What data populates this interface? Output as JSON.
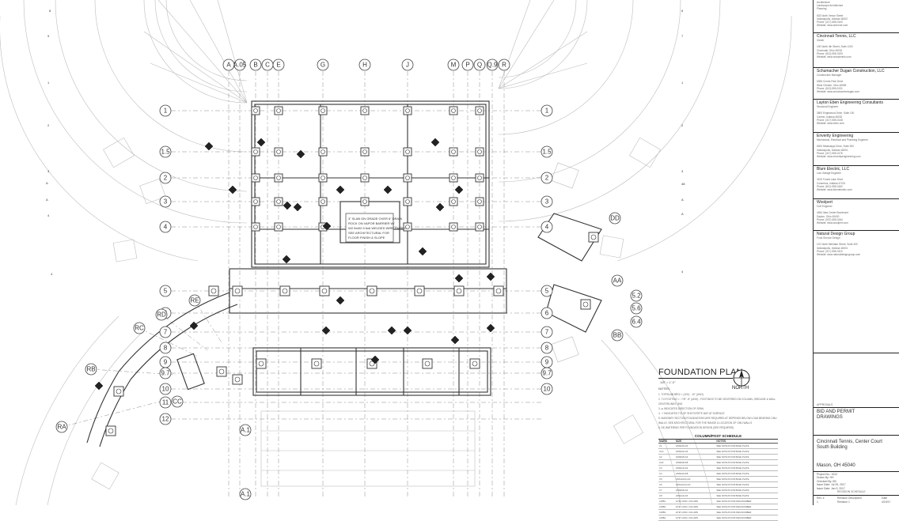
{
  "plan": {
    "column_grid_top": [
      "A",
      "A.05",
      "B",
      "C",
      "E",
      "G",
      "H",
      "J",
      "M",
      "P",
      "Q",
      "Q.9",
      "R"
    ],
    "row_grid_left": [
      "1",
      "1.5",
      "2",
      "3",
      "4",
      "5",
      "6",
      "7",
      "8",
      "9",
      "9.7",
      "10",
      "11",
      "12"
    ],
    "row_grid_right": [
      "1",
      "1.5",
      "2",
      "3",
      "4",
      "5",
      "6",
      "7",
      "8",
      "9",
      "9.7",
      "10"
    ],
    "radial_grid_left": [
      "RA",
      "RB",
      "RC",
      "RD",
      "RE"
    ],
    "east_grid": [
      "AA",
      "BB",
      "DD",
      "5.2",
      "5.6",
      "6.4"
    ],
    "left_edge_numbers": [
      "8",
      "9",
      "1",
      "2",
      "3",
      "4",
      "A",
      "A",
      "4"
    ],
    "right_edge_numbers": [
      "6",
      "7",
      "1",
      "2",
      "3",
      "48",
      "A",
      "A",
      "4"
    ],
    "misc_labels": [
      "CC",
      "A.1",
      "A.1"
    ]
  },
  "foundation": {
    "title": "FOUNDATION PLAN",
    "scale": "1/8\" = 1'-0\"",
    "north": "NORTH",
    "notes_heading": "NOTES:",
    "notes": [
      "1. TOP/SLAB BRG/ = (100)' - 10\" (UNO)",
      "2. T.O.FOOTING = '-7'/8\" -8\" (UNO) - FOOTINGS TO BE CENTERED ON COLUMN, GRIDLINE & WALL",
      "   CENTERLINES UNO",
      "3. ⊕ INDICATES DIRECTION OF SPAN",
      "4. ↑* INDICATES T/D OF SHOTCRETE MAT AT SURFACE",
      "5. MASONRY SECTION FOUNDATIONS ARE REQUIRED AT DEPENDS BELOW LOAD BEARING CMU",
      "   WALLS. SEE ARCHITECTURAL FOR THE RANGE & LOCATION OF CMU WALLS",
      "6. DE-WATERING PER FOUNDATION DESIGN (SEE REQUIRED)"
    ],
    "schedule": {
      "title": "COLUMN/POST SCHEDULE",
      "headers": [
        "MARK",
        "SIZE",
        "NOTES"
      ],
      "rows": [
        [
          "C1",
          "HSS6x6x1/4",
          "SEE NOTE B FOR BASE PLATE"
        ],
        [
          "C1A",
          "HSS6x6x1/4",
          "SEE NOTE B FOR BASE PLATE"
        ],
        [
          "C2",
          "HSS8x8x1/4",
          "SEE NOTE B FOR BASE PLATE"
        ],
        [
          "C2A",
          "HSS8x8x3/8",
          "SEE NOTE B FOR BASE PLATE"
        ],
        [
          "C3",
          "HSS6x4x1/4",
          "SEE NOTE B FOR BASE PLATE"
        ],
        [
          "C4",
          "HSS6x6x3/8",
          "SEE NOTE B FOR BASE PLATE"
        ],
        [
          "C5",
          "HSS10x10x1/2",
          "SEE NOTE B FOR BASE PLATE"
        ],
        [
          "C6",
          "HSS12x12x1/2",
          "SEE NOTE B FOR BASE PLATE"
        ],
        [
          "C7",
          "HSS8x8x1/2",
          "SEE NOTE B FOR BASE PLATE"
        ],
        [
          "C8",
          "HSS4x4x1/4",
          "SEE NOTE B FOR BASE PLATE"
        ],
        [
          "CWB1",
          "12\"Ø CONC COLUMN",
          "SEE NOTE B FOR DWG/NUMBER"
        ],
        [
          "CWB2",
          "16\"Ø CONC COLUMN",
          "SEE NOTE B FOR DWG/NUMBER"
        ],
        [
          "CWB3",
          "20\"Ø CONC COLUMN",
          "SEE NOTE B FOR DWG/NUMBER"
        ],
        [
          "CWB4",
          "24\"Ø CONC COLUMN",
          "SEE NOTE B FOR DWG/NUMBER"
        ]
      ]
    }
  },
  "title_block": {
    "consultants": [
      {
        "name": "",
        "lines": [
          "Architecture",
          "Landscape Architecture",
          "Planning",
          "",
          "633 North Venue Street",
          "Indianapolis, Indiana 46202",
          "Phone: (317) 555-0100",
          "Website: www.archone.com"
        ]
      },
      {
        "name": "Cincinnati Tennis, LLC",
        "lines": [
          "Owner",
          "",
          "100 North 4th Street, Suite 1100",
          "Cincinnati, Ohio 45202",
          "Phone: (513) 555-0193",
          "Website: www.cincytennis.com"
        ]
      },
      {
        "name": "Schumacher Dugan Construction, LLC",
        "lines": [
          "Construction Manager",
          "",
          "6355 Centre Park Drive",
          "West Chester, Ohio 45069",
          "Phone: (513) 555-0131",
          "Website: www.schumacherdugan.com"
        ]
      },
      {
        "name": "Layton Eben Engineering Consultants",
        "lines": [
          "Structural Engineer",
          "",
          "3800 Englewood Drive, Suite 100",
          "Carmel, Indiana 46032",
          "Phone: (317) 555-0148",
          "Website: www.eben.com"
        ]
      },
      {
        "name": "Enverity Engineering",
        "lines": [
          "Mechanical, Electrical and Plumbing Engineer",
          "",
          "6000 Mississippi Drive, Suite 300",
          "Indianapolis, Indiana 46204",
          "Phone: (317) 555-0176",
          "Website: www.enverityengineering.com"
        ]
      },
      {
        "name": "Blum Electric, LLC",
        "lines": [
          "Low Voltage Engineer",
          "",
          "3100 Forest Lake Drive",
          "Columbus, Indiana 47201",
          "Phone: (812) 555-0162",
          "Website: www.blumelectric.com"
        ]
      },
      {
        "name": "Woolpert",
        "lines": [
          "Civil Engineer",
          "",
          "4454 Idea Center Boulevard",
          "Dayton, Ohio 45430",
          "Phone: (937) 555-0184",
          "Website: www.woolpert.com"
        ]
      },
      {
        "name": "Natural Design Group",
        "lines": [
          "Food Service Design",
          "",
          "101 North Meridian Street, Suite 400",
          "Indianapolis, Indiana 46204",
          "Phone: (317) 555-0119",
          "Website: www.naturaldesigngroup.com"
        ]
      }
    ],
    "approvals_label": "APPROVALS",
    "phase": "BID AND PERMIT DRAWINGS",
    "project_name": "Cincinnati Tennis, Center Court South Building",
    "location": "Mason, OH 45040",
    "project_meta": [
      "Project No.:   1612",
      "Drawn By:   HH",
      "Checked By:   KB",
      "Issue Date:   Jul 25, 2017",
      "Issue Date:   Jan 9, 2017"
    ],
    "revision_schedule_label": "REVISION SCHEDULE",
    "revision_headers": [
      "Rev. #",
      "Revision Description",
      "Date"
    ],
    "revision_row": [
      "1",
      "Revision 1",
      "4/19/17"
    ]
  },
  "colors": {
    "line": "#333333",
    "grid": "#8a8a8a",
    "faint": "#bdbdbd",
    "background": "#ffffff"
  }
}
